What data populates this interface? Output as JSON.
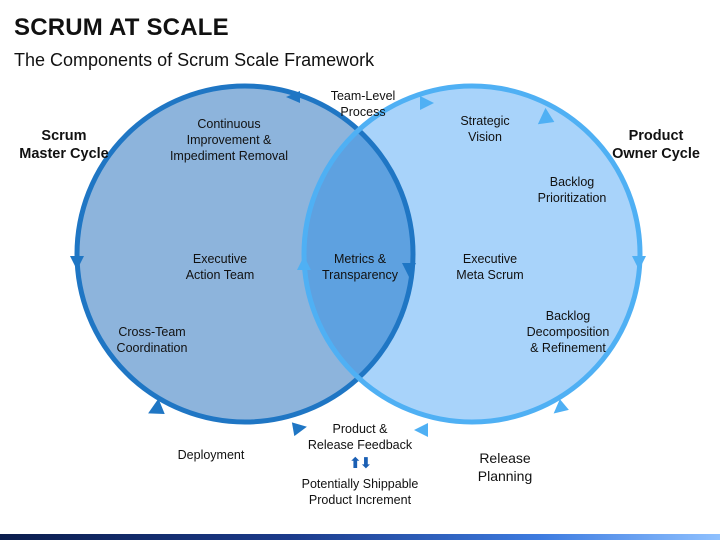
{
  "header": {
    "title": "SCRUM AT SCALE",
    "subtitle": "The Components of Scrum Scale Framework"
  },
  "cycles": {
    "left": "Scrum\nMaster Cycle",
    "right": "Product\nOwner Cycle"
  },
  "labels": {
    "team_level": "Team-Level\nProcess",
    "continuous": "Continuous\nImprovement &\nImpediment Removal",
    "exec_action": "Executive\nAction Team",
    "cross_team": "Cross-Team\nCoordination",
    "metrics": "Metrics &\nTransparency",
    "strategic": "Strategic\nVision",
    "backlog_prio": "Backlog\nPrioritization",
    "exec_meta": "Executive\nMeta Scrum",
    "backlog_decomp": "Backlog\nDecomposition\n& Refinement",
    "deployment": "Deployment",
    "feedback": "Product &\nRelease Feedback",
    "increment": "Potentially Shippable\nProduct Increment",
    "release_planning": "Release\nPlanning"
  },
  "colors": {
    "left_fill": "#8db4dc",
    "left_stroke": "#1f76c4",
    "right_fill": "#a8d3fa",
    "right_stroke": "#4fb0f4",
    "overlap_fill": "#5ea1e0",
    "arrow_exchange": "#1a5fb4"
  }
}
